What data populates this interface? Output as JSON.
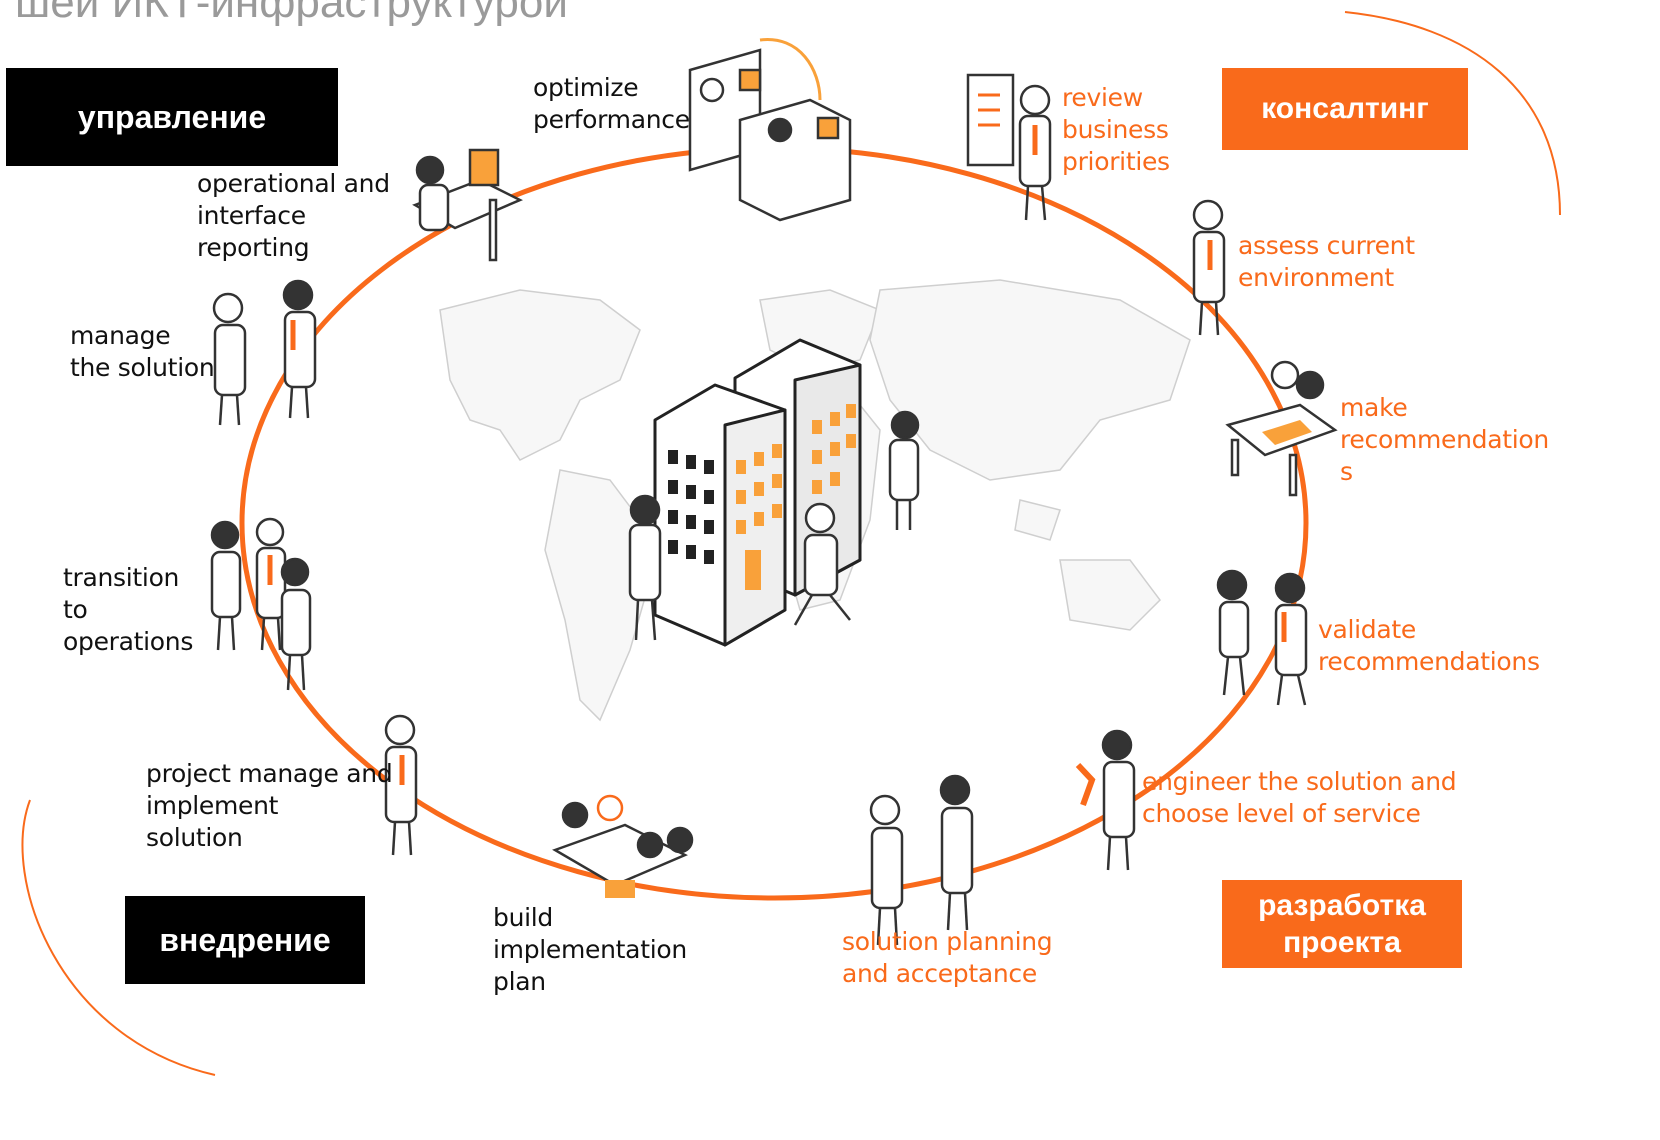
{
  "title": "шей ИКТ-инфраструктурой",
  "colors": {
    "accent": "#f96a1b",
    "dark": "#000000",
    "title_gray": "#9a9a9a"
  },
  "phase_boxes": {
    "management": "управление",
    "consulting": "консалтинг",
    "design": [
      "разработка",
      "проекта"
    ],
    "implementation": "внедрение"
  },
  "cycle_steps": {
    "optimize_performance": [
      "optimize",
      "performance"
    ],
    "review_business_priorities": [
      "review",
      "business",
      "priorities"
    ],
    "assess_current_environment": [
      "assess current",
      "environment"
    ],
    "make_recommendations": [
      "make",
      "recommendation",
      "s"
    ],
    "validate_recommendations": [
      "validate",
      "recommendations"
    ],
    "engineer_solution": [
      "engineer the solution and",
      "choose level of service"
    ],
    "solution_planning": [
      "solution planning",
      "and acceptance"
    ],
    "build_plan": [
      "build",
      "implementation",
      "plan"
    ],
    "project_manage": [
      "project manage and",
      "implement",
      "solution"
    ],
    "transition": [
      "transition",
      "to",
      "operations"
    ],
    "manage_solution": [
      "manage",
      "the solution"
    ],
    "operational_reporting": [
      "operational and",
      "interface",
      "reporting"
    ]
  },
  "icons": {
    "center": "office-buildings-icon",
    "people": "person-figure-icon",
    "map": "world-map-icon"
  }
}
